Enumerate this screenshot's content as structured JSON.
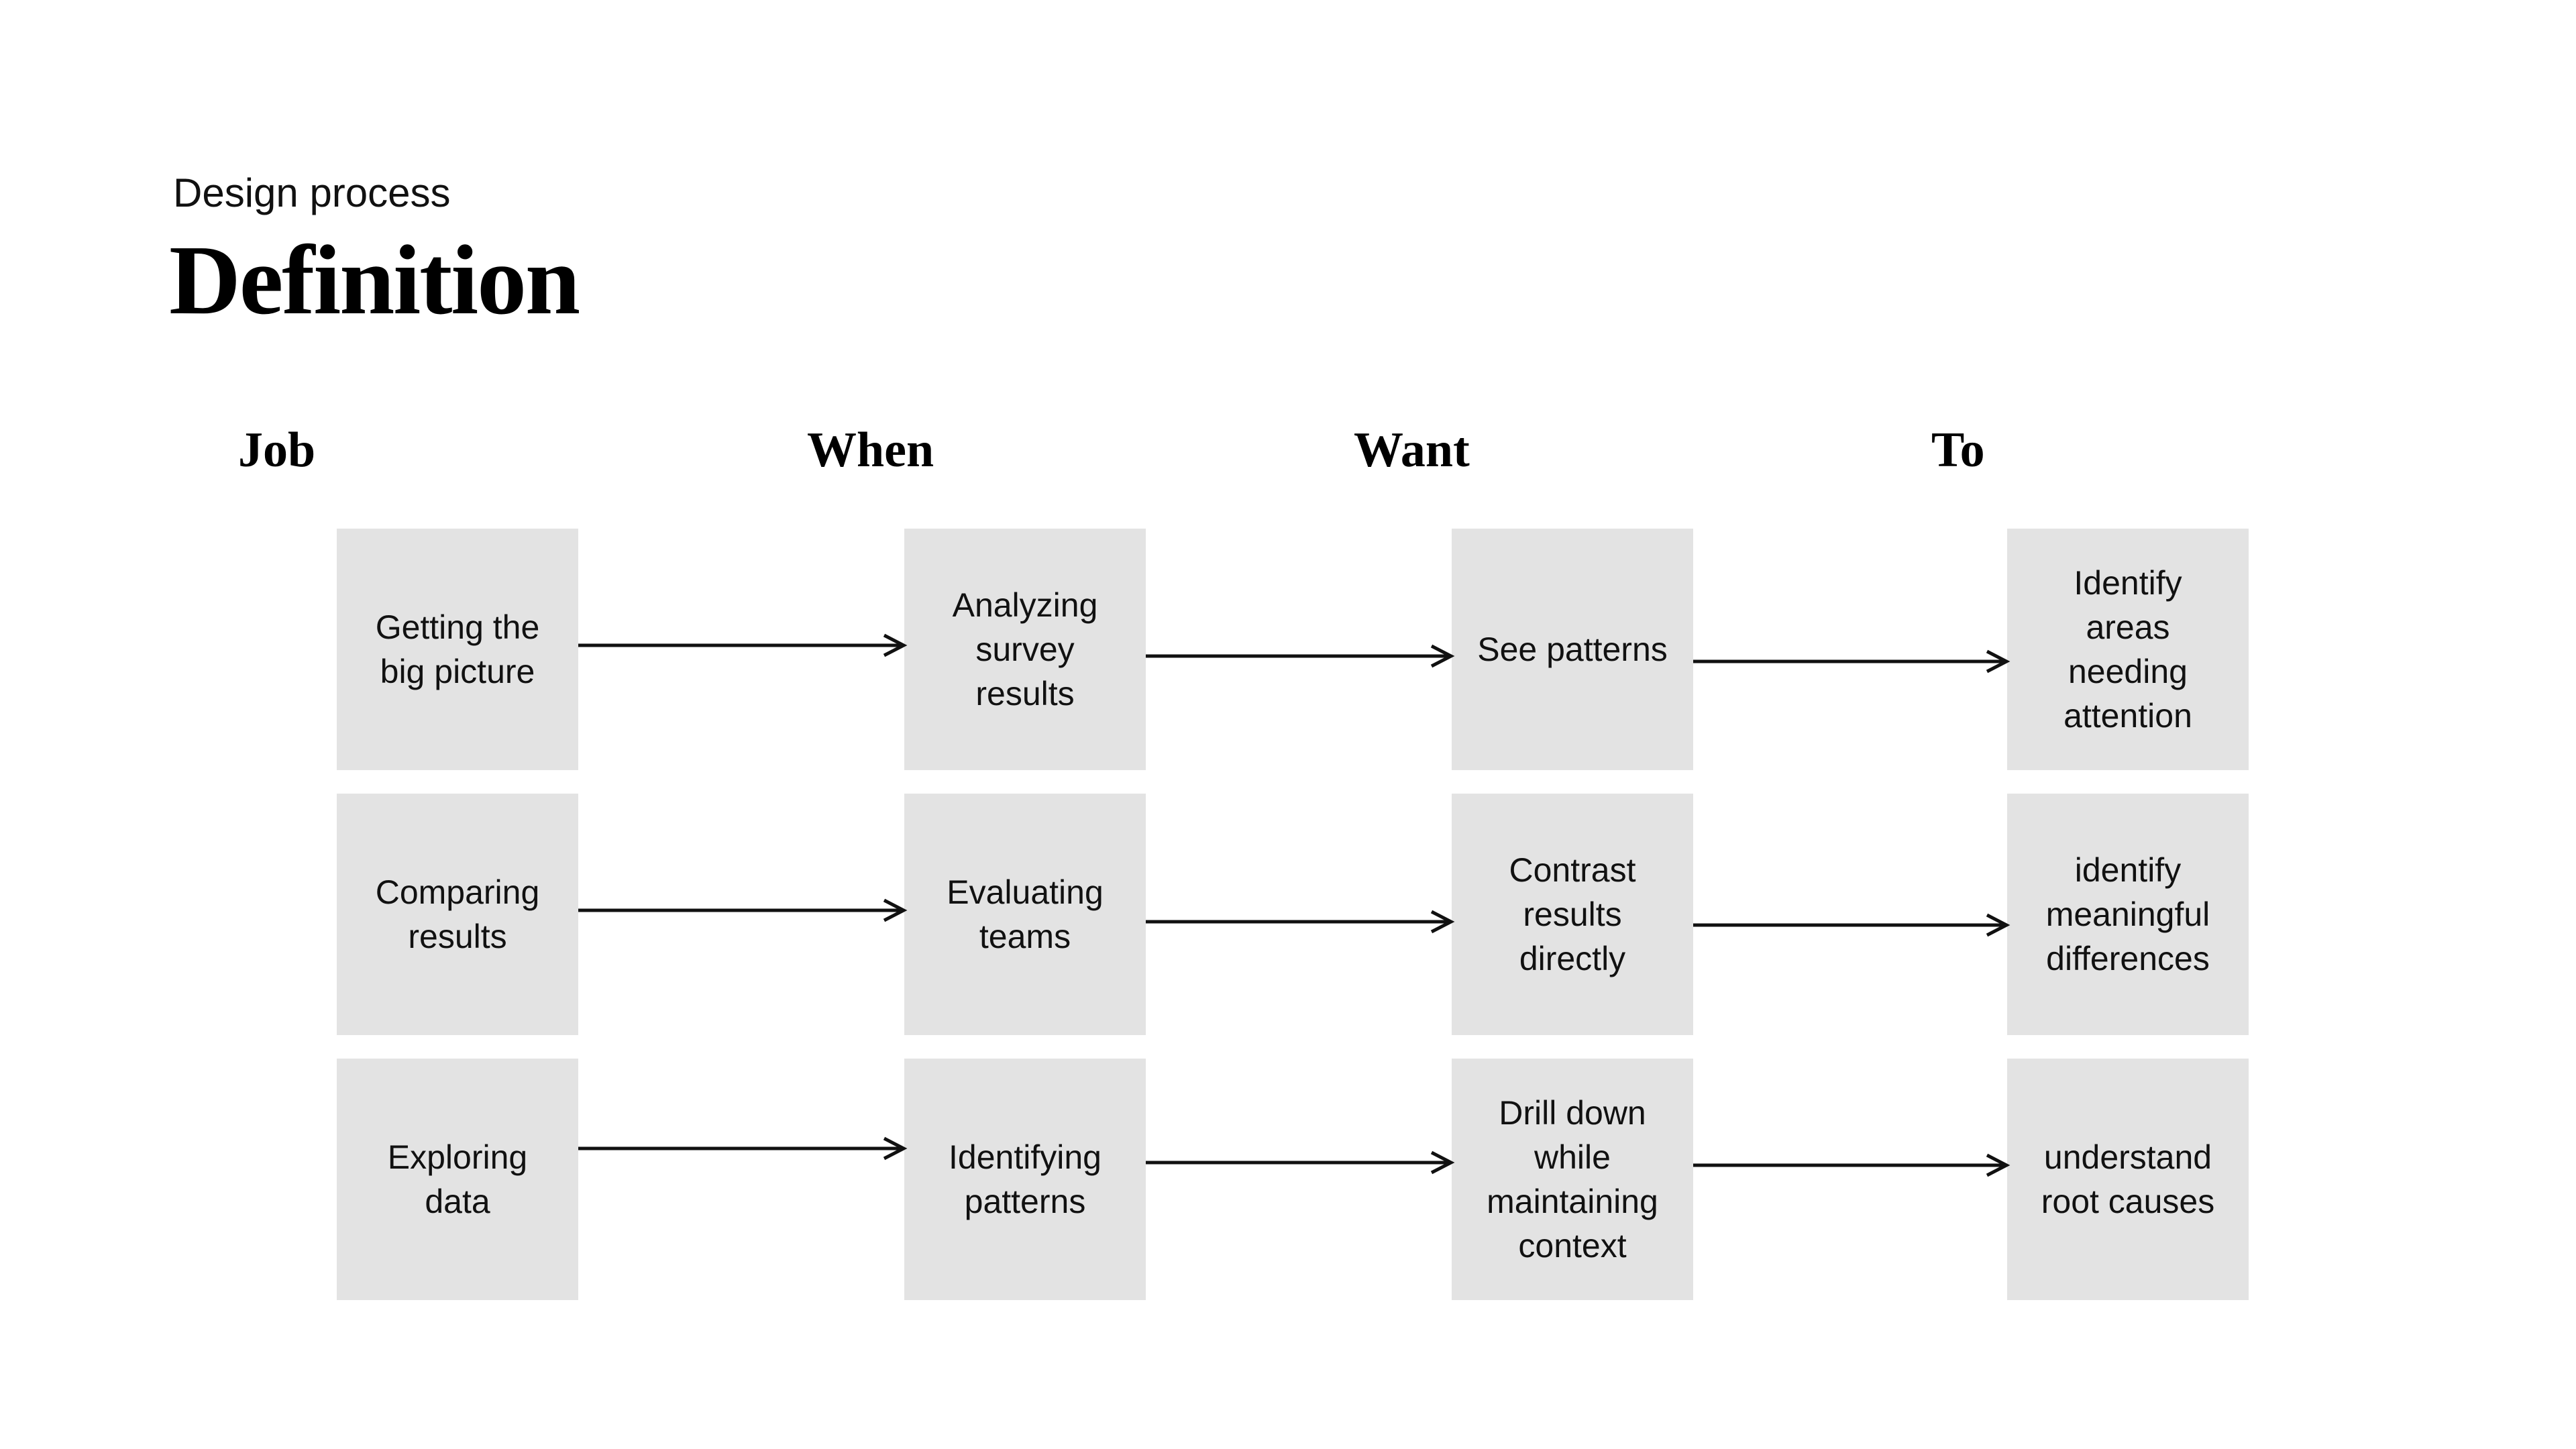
{
  "header": {
    "eyebrow": "Design process",
    "title": "Definition"
  },
  "columns": [
    {
      "label": "Job"
    },
    {
      "label": "When"
    },
    {
      "label": "Want"
    },
    {
      "label": "To"
    }
  ],
  "matrix": {
    "rows": [
      {
        "cells": [
          "Getting the\nbig picture",
          "Analyzing\nsurvey\nresults",
          "See patterns",
          "Identify\nareas\nneeding\nattention"
        ]
      },
      {
        "cells": [
          "Comparing\nresults",
          "Evaluating\nteams",
          "Contrast\nresults\ndirectly",
          "identify\nmeaningful\ndifferences"
        ]
      },
      {
        "cells": [
          "Exploring\ndata",
          "Identifying\npatterns",
          "Drill down\nwhile\nmaintaining\ncontext",
          "understand\nroot causes"
        ]
      }
    ]
  },
  "colors": {
    "box_fill": "#e3e3e3",
    "text": "#111111",
    "arrow": "#111111",
    "bg": "#ffffff"
  }
}
